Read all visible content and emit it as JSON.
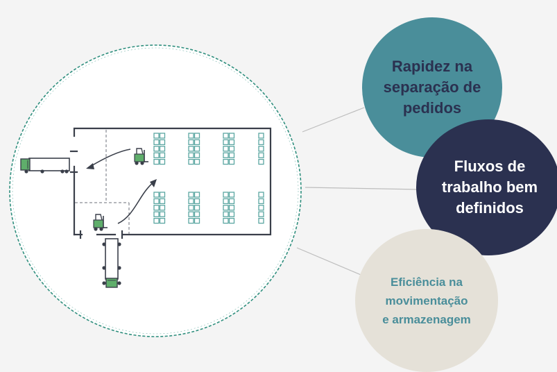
{
  "benefits": [
    {
      "text": "Rapidez na\nseparação de\npedidos",
      "color": "#4a8e9a",
      "text_color": "#2b3150"
    },
    {
      "text": "Fluxos de\ntrabalho bem\ndefinidos",
      "color": "#2b3150",
      "text_color": "#ffffff"
    },
    {
      "text": "Eficiência na\nmovimentação\ne armazenagem",
      "color": "#e5e1d8",
      "text_color": "#4a8e9a"
    }
  ],
  "colors": {
    "accent_green": "#5fae6b",
    "outline": "#3a3f4a",
    "dashed_circle": "#2f8f7e",
    "rack": "#5aa6a1"
  },
  "icons": [
    "truck-icon",
    "forklift-icon",
    "pallet-rack-icon",
    "arrow-icon"
  ]
}
